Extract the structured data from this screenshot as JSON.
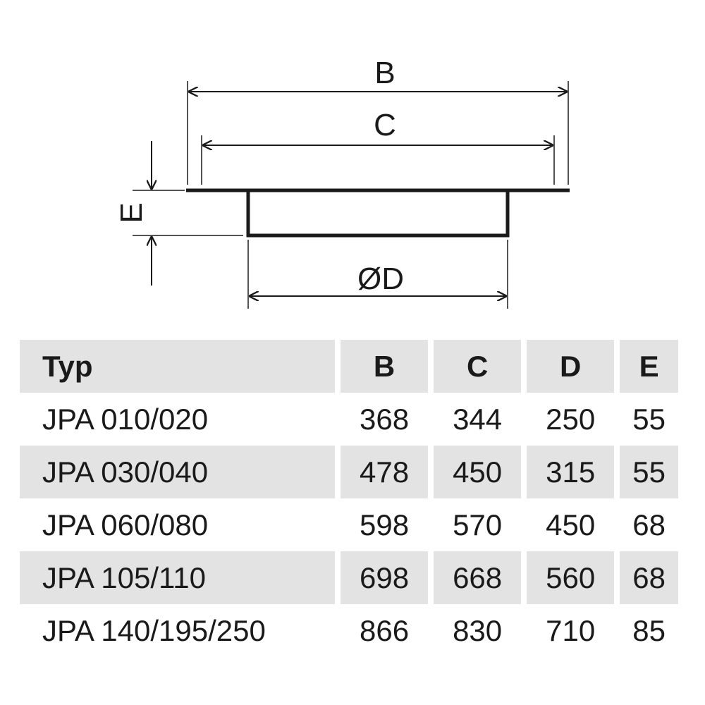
{
  "diagram": {
    "labels": {
      "b": "B",
      "c": "C",
      "d": "ØD",
      "e": "E"
    }
  },
  "table": {
    "headers": [
      "Typ",
      "B",
      "C",
      "D",
      "E"
    ],
    "rows": [
      [
        "JPA 010/020",
        "368",
        "344",
        "250",
        "55"
      ],
      [
        "JPA 030/040",
        "478",
        "450",
        "315",
        "55"
      ],
      [
        "JPA 060/080",
        "598",
        "570",
        "450",
        "68"
      ],
      [
        "JPA 105/110",
        "698",
        "668",
        "560",
        "68"
      ],
      [
        "JPA 140/195/250",
        "866",
        "830",
        "710",
        "85"
      ]
    ],
    "shaded_rows": [
      1,
      3
    ],
    "shade_color": "#e3e3e3"
  }
}
